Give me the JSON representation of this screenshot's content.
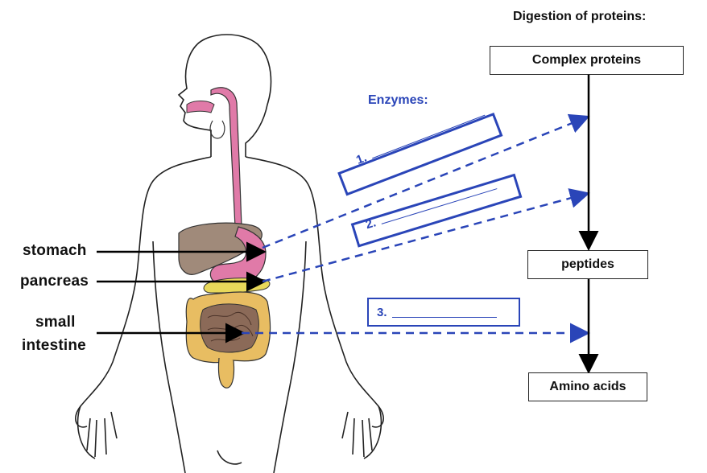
{
  "title": "Digestion of proteins:",
  "enzymes_heading": "Enzymes:",
  "organs": {
    "stomach": "stomach",
    "pancreas": "pancreas",
    "small_intestine_line1": "small",
    "small_intestine_line2": "intestine"
  },
  "flow": {
    "step1": "Complex proteins",
    "step2": "peptides",
    "step3": "Amino acids"
  },
  "enzyme_slots": [
    {
      "label": "1."
    },
    {
      "label": "2."
    },
    {
      "label": "3."
    }
  ],
  "colors": {
    "enzyme_blue": "#2a45b8",
    "esophagus_pink": "#e07aa8",
    "liver_brown": "#a08a7a",
    "intestine_gold": "#e8bd62"
  }
}
